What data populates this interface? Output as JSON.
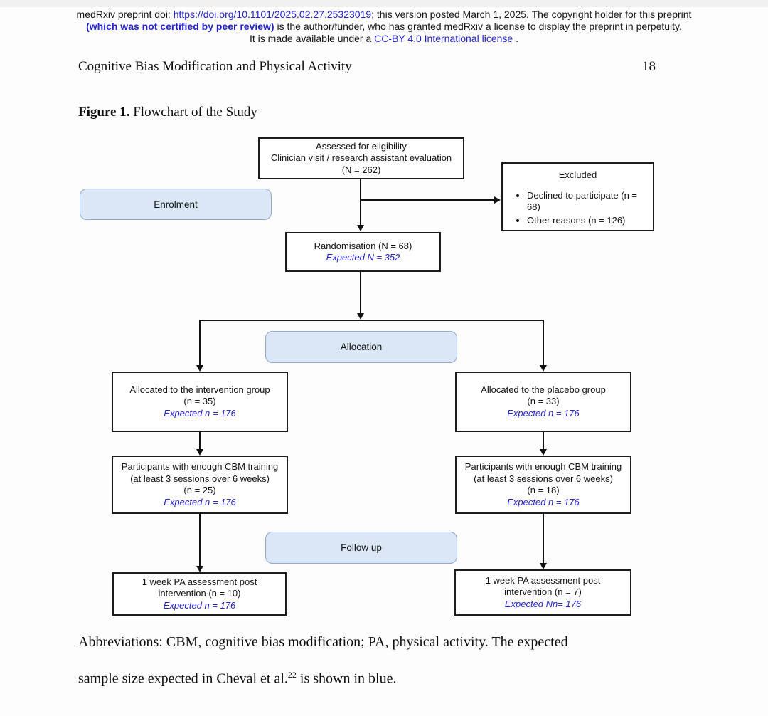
{
  "page": {
    "header": {
      "line1_prefix": "medRxiv preprint doi: ",
      "doi_link": "https://doi.org/10.1101/2025.02.27.25323019",
      "line1_suffix": "; this version posted March 1, 2025. The copyright holder for this preprint",
      "line2_bold": "(which was not certified by peer review)",
      "line2_rest": " is the author/funder, who has granted medRxiv a license to display the preprint in perpetuity.",
      "line3_prefix": "It is made available under a ",
      "license_link": "CC-BY 4.0 International license",
      "line3_suffix": " ."
    },
    "running_head": {
      "title": "Cognitive Bias Modification and Physical Activity",
      "page_number": "18"
    },
    "figure_caption": {
      "label": "Figure 1.",
      "text": " Flowchart of the Study"
    },
    "footer_note": {
      "line1": "Abbreviations: CBM, cognitive bias modification; PA, physical activity. The expected",
      "line2_prefix": "sample size expected in Cheval et al.",
      "line2_sup": "22",
      "line2_suffix": " is shown in blue."
    }
  },
  "flowchart": {
    "stage_labels": {
      "enrolment": "Enrolment",
      "allocation": "Allocation",
      "followup": "Follow up"
    },
    "assessed": {
      "l1": "Assessed for eligibility",
      "l2": "Clinician visit / research assistant evaluation",
      "l3": "(N = 262)"
    },
    "excluded": {
      "title": "Excluded",
      "b1": "Declined to participate (n = 68)",
      "b2": "Other reasons (n = 126)"
    },
    "randomisation": {
      "l1": "Randomisation (N = 68)",
      "expected": "Expected N = 352"
    },
    "alloc_intervention": {
      "l1": "Allocated to the intervention group",
      "l2": "(n = 35)",
      "expected": "Expected n = 176"
    },
    "alloc_placebo": {
      "l1": "Allocated to the placebo group",
      "l2": "(n = 33)",
      "expected": "Expected n = 176"
    },
    "cbm_intervention": {
      "l1": "Participants with enough CBM training",
      "l2": "(at least 3 sessions over 6 weeks)",
      "l3": "(n = 25)",
      "expected": "Expected n = 176"
    },
    "cbm_placebo": {
      "l1": "Participants with enough CBM training",
      "l2": "(at least 3 sessions over 6 weeks)",
      "l3": "(n = 18)",
      "expected": "Expected n = 176"
    },
    "followup_intervention": {
      "l1": "1 week PA assessment post",
      "l2": "intervention (n = 10)",
      "expected": "Expected n = 176"
    },
    "followup_placebo": {
      "l1": "1 week PA assessment post",
      "l2": "intervention (n = 7)",
      "expected": "Expected Nn= 176"
    }
  },
  "colors": {
    "link_blue": "#2222cc",
    "expected_blue": "#2323cc",
    "pill_fill": "#dbe7f6",
    "pill_border": "#8fa9cc",
    "box_border": "#1c1c1c",
    "connector": "#111111",
    "top_strip": "#f1f1f1"
  }
}
